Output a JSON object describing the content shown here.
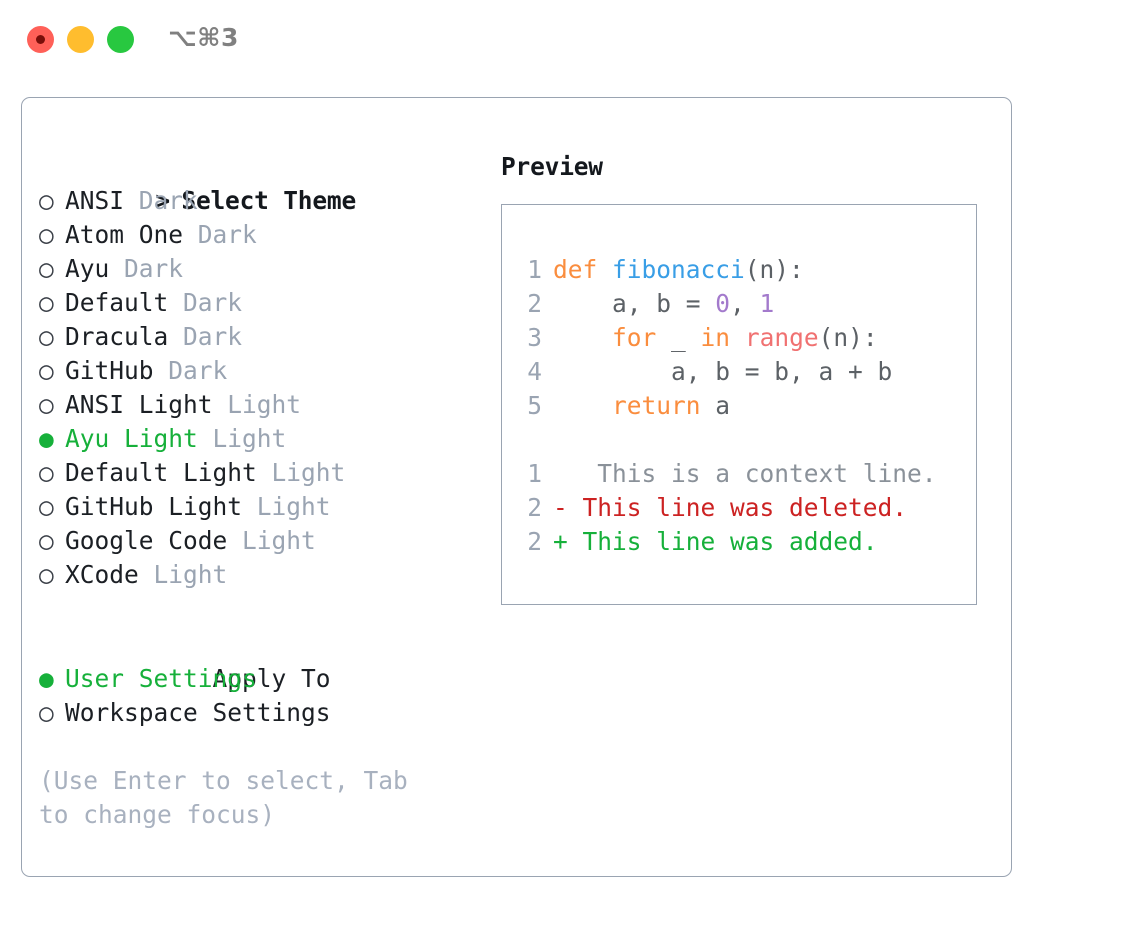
{
  "window": {
    "traffic_lights": [
      "close",
      "minimize",
      "maximize"
    ],
    "shortcut_label": "⌥⌘3",
    "accent_green": "#16b03a",
    "border_color": "#9aa4b2",
    "muted_color": "#9aa4b2"
  },
  "theme_picker": {
    "heading_marker": ">",
    "heading": "Select Theme",
    "marker_selected": "●",
    "marker_unselected": "○",
    "items": [
      {
        "name": "ANSI",
        "tag": "Dark",
        "selected": false
      },
      {
        "name": "Atom One",
        "tag": "Dark",
        "selected": false
      },
      {
        "name": "Ayu",
        "tag": "Dark",
        "selected": false
      },
      {
        "name": "Default",
        "tag": "Dark",
        "selected": false
      },
      {
        "name": "Dracula",
        "tag": "Dark",
        "selected": false
      },
      {
        "name": "GitHub",
        "tag": "Dark",
        "selected": false
      },
      {
        "name": "ANSI Light",
        "tag": "Light",
        "selected": false
      },
      {
        "name": "Ayu Light",
        "tag": "Light",
        "selected": true
      },
      {
        "name": "Default Light",
        "tag": "Light",
        "selected": false
      },
      {
        "name": "GitHub Light",
        "tag": "Light",
        "selected": false
      },
      {
        "name": "Google Code",
        "tag": "Light",
        "selected": false
      },
      {
        "name": "XCode",
        "tag": "Light",
        "selected": false
      }
    ]
  },
  "apply_to": {
    "heading": "Apply To",
    "items": [
      {
        "name": "User Settings",
        "selected": true
      },
      {
        "name": "Workspace Settings",
        "selected": false
      }
    ]
  },
  "hint": "(Use Enter to select, Tab to change focus)",
  "preview": {
    "title": "Preview",
    "code_lines": [
      {
        "n": "1",
        "tokens": [
          {
            "t": "def ",
            "c": "kw"
          },
          {
            "t": "fibonacci",
            "c": "fn"
          },
          {
            "t": "(n):",
            "c": "plain"
          }
        ]
      },
      {
        "n": "2",
        "tokens": [
          {
            "t": "    a, b = ",
            "c": "plain"
          },
          {
            "t": "0",
            "c": "num"
          },
          {
            "t": ", ",
            "c": "plain"
          },
          {
            "t": "1",
            "c": "num"
          }
        ]
      },
      {
        "n": "3",
        "tokens": [
          {
            "t": "    ",
            "c": "plain"
          },
          {
            "t": "for",
            "c": "kw"
          },
          {
            "t": " _ ",
            "c": "plain"
          },
          {
            "t": "in",
            "c": "kw"
          },
          {
            "t": " ",
            "c": "plain"
          },
          {
            "t": "range",
            "c": "builtin"
          },
          {
            "t": "(n):",
            "c": "plain"
          }
        ]
      },
      {
        "n": "4",
        "tokens": [
          {
            "t": "        a, b = b, a + b",
            "c": "plain"
          }
        ]
      },
      {
        "n": "5",
        "tokens": [
          {
            "t": "    ",
            "c": "plain"
          },
          {
            "t": "return",
            "c": "kw"
          },
          {
            "t": " a",
            "c": "plain"
          }
        ]
      }
    ],
    "diff_lines": [
      {
        "n": "1",
        "sign": " ",
        "text": "  This is a context line.",
        "kind": "ctx"
      },
      {
        "n": "2",
        "sign": "-",
        "text": " This line was deleted.",
        "kind": "del"
      },
      {
        "n": "2",
        "sign": "+",
        "text": " This line was added.",
        "kind": "add"
      }
    ]
  }
}
